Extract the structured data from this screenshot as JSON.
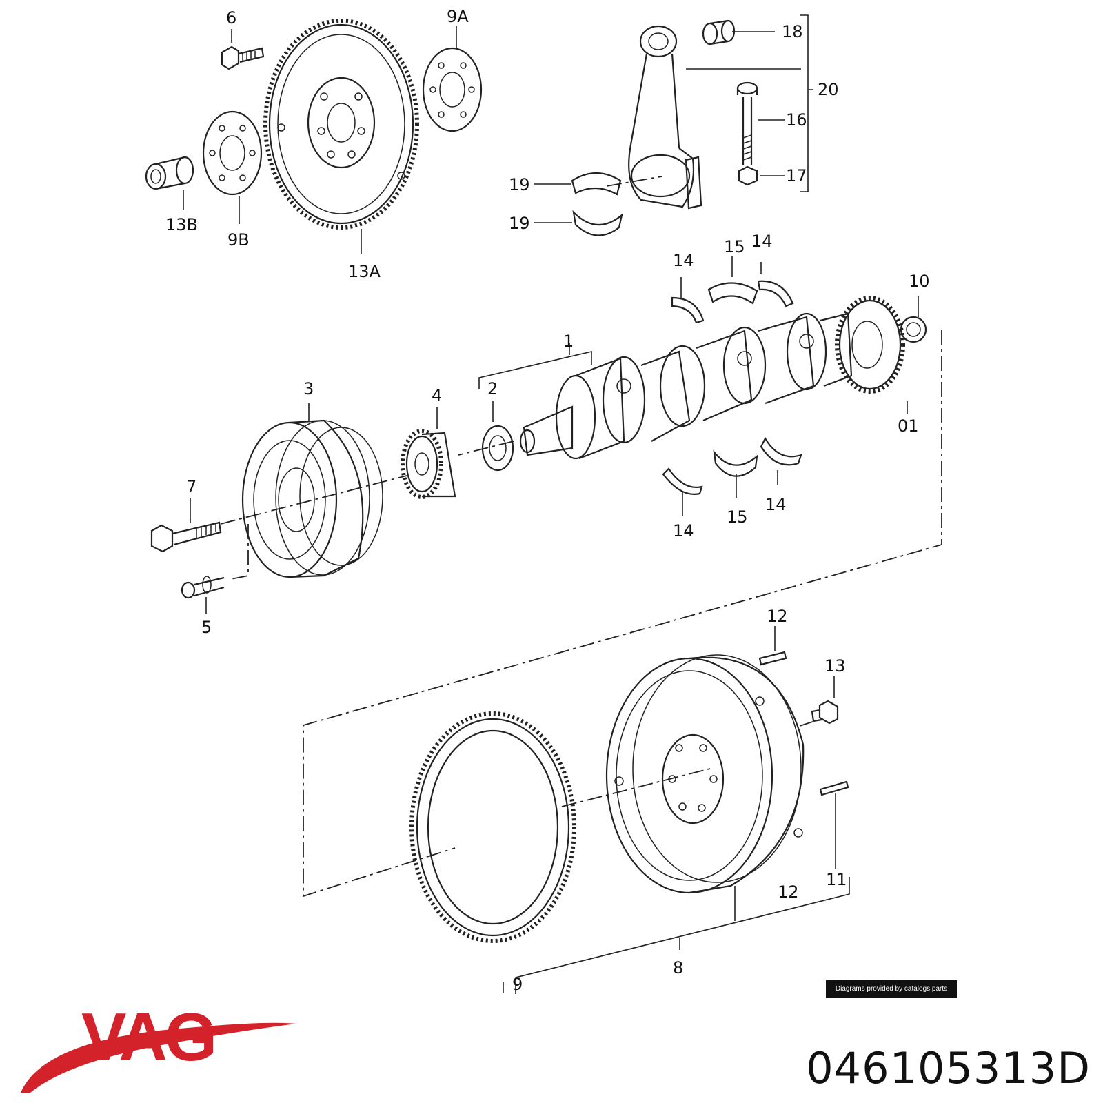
{
  "callouts": {
    "c6": "6",
    "c9a": "9A",
    "c18": "18",
    "c20": "20",
    "c16": "16",
    "c17": "17",
    "c19a": "19",
    "c19b": "19",
    "c13b": "13B",
    "c9b": "9B",
    "c13a": "13A",
    "c14a": "14",
    "c15a": "15",
    "c14b": "14",
    "c10": "10",
    "c1": "1",
    "c2": "2",
    "c3": "3",
    "c4": "4",
    "c01": "01",
    "c7": "7",
    "c14c": "14",
    "c15b": "15",
    "c14d": "14",
    "c5": "5",
    "c12a": "12",
    "c13": "13",
    "c11": "11",
    "c12b": "12",
    "c8": "8",
    "c9": "9"
  },
  "credit": "Diagrams provided by catalogs parts",
  "brand": {
    "name": "VAG",
    "color": "#d3222a"
  },
  "part_number": "046105313D",
  "colors": {
    "line": "#222222",
    "text": "#111111"
  }
}
